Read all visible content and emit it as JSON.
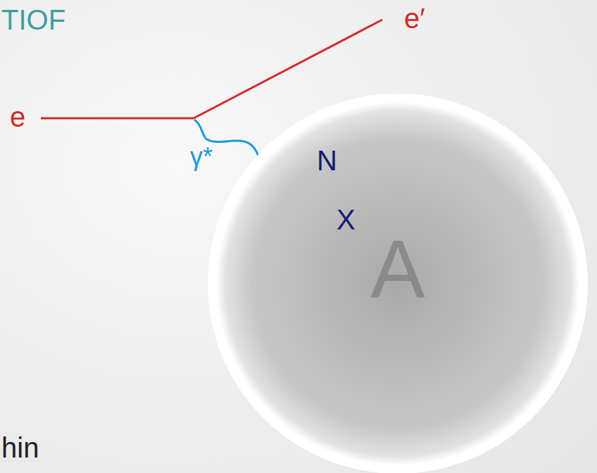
{
  "diagram": {
    "nodes": [
      {
        "text": [
          "A"
        ]
      }
    ],
    "labels": [
      "TIOF",
      "e",
      "e′",
      "γ*",
      "N",
      "X",
      "hin"
    ]
  }
}
